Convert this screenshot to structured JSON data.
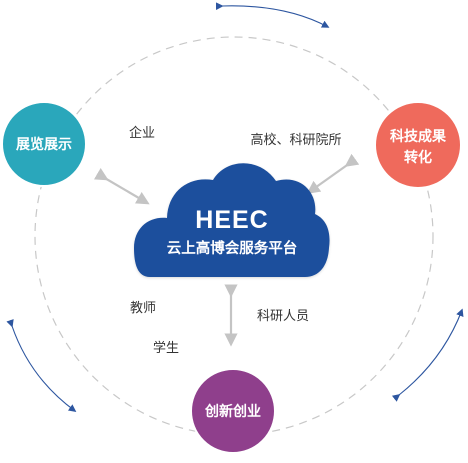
{
  "center": {
    "logo_text": "HEEC",
    "title": "云上高博会服务平台"
  },
  "nodes": {
    "exhibition": {
      "label": "展览展示"
    },
    "transfer": {
      "line1": "科技成果",
      "line2": "转化"
    },
    "innovation": {
      "label": "创新创业"
    }
  },
  "labels": {
    "enterprise": "企业",
    "universities": "高校、科研院所",
    "teachers": "教师",
    "students": "学生",
    "researchers": "科研人员"
  },
  "colors": {
    "cloud": "#1f4f9d",
    "exhibition": "#2aa7bb",
    "transfer": "#ef6a5c",
    "innovation": "#8f3f8c",
    "ring": "#c8c8c8",
    "arrow": "#c4c4c4",
    "outer_arrow": "#2d56a0"
  },
  "icons": {
    "double_arrow": "double-arrow-icon",
    "curved_arrow": "curved-arrow-icon"
  }
}
